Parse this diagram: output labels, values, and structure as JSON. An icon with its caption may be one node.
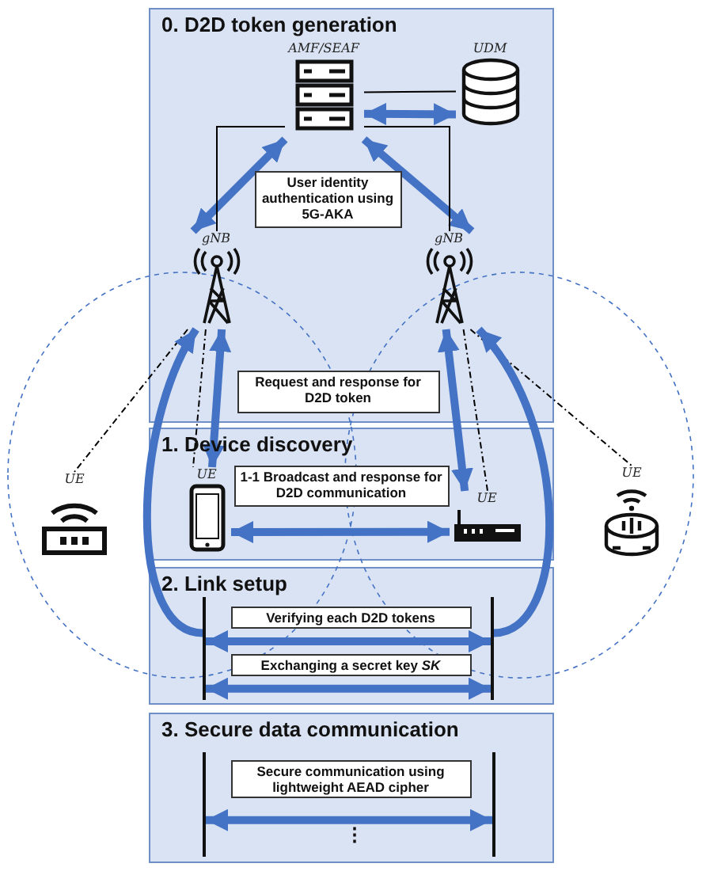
{
  "diagram": {
    "nodes": [
      {
        "text": [
          "0. D2D token generation"
        ]
      },
      {
        "text": [
          "AMF/SEAF"
        ],
        "in": 0
      },
      {
        "text": [
          "UDM"
        ],
        "in": 0
      },
      {
        "text": [
          "User identity authentication using 5G-AKA"
        ],
        "in": 0
      },
      {
        "text": [
          "gNB"
        ],
        "in": 0
      },
      {
        "text": [
          "gNB"
        ],
        "in": 0
      },
      {
        "text": [
          "Request and response for D2D token"
        ],
        "in": 0
      },
      {
        "text": [
          "1. Device discovery"
        ]
      },
      {
        "text": [
          "UE"
        ],
        "in": 7
      },
      {
        "text": [
          "UE"
        ],
        "in": 7
      },
      {
        "text": [
          "1-1 Broadcast and response for D2D communication"
        ],
        "in": 7
      },
      {
        "text": [
          "UE"
        ]
      },
      {
        "text": [
          "UE"
        ]
      },
      {
        "text": [
          "2. Link setup"
        ]
      },
      {
        "text": [],
        "shape": "line",
        "in": 13
      },
      {
        "text": [],
        "shape": "line",
        "in": 13
      },
      {
        "text": [
          "Verifying each D2D tokens"
        ],
        "in": 13
      },
      {
        "text": [
          "Exchanging a secret key *SK*"
        ],
        "in": 13
      },
      {
        "text": [
          "3. Secure data communication"
        ]
      },
      {
        "text": [],
        "shape": "line",
        "in": 18
      },
      {
        "text": [],
        "shape": "line",
        "in": 18
      },
      {
        "text": [
          "Secure communication using lightweight AEAD cipher"
        ],
        "in": 18
      }
    ],
    "edges": [
      {
        "from": 1,
        "to": 2,
        "arrow": "both"
      },
      {
        "from": 1,
        "to": 2,
        "arrow": "none",
        "color": "#000000"
      },
      {
        "from": 1,
        "to": 4,
        "arrow": "both"
      },
      {
        "from": 1,
        "to": 5,
        "arrow": "both"
      },
      {
        "from": 1,
        "to": 4,
        "arrow": "none",
        "color": "#000000"
      },
      {
        "from": 1,
        "to": 5,
        "arrow": "none",
        "color": "#000000"
      },
      {
        "from": 4,
        "to": 8,
        "arrow": "both"
      },
      {
        "from": 5,
        "to": 9,
        "arrow": "both"
      },
      {
        "from": 4,
        "to": 8,
        "arrow": "none",
        "style": "dashed",
        "color": "#000000"
      },
      {
        "from": 5,
        "to": 9,
        "arrow": "none",
        "style": "dashed",
        "color": "#000000"
      },
      {
        "from": 4,
        "to": 11,
        "arrow": "none",
        "style": "dashed",
        "color": "#000000"
      },
      {
        "from": 5,
        "to": 12,
        "arrow": "none",
        "style": "dashed",
        "color": "#000000"
      },
      {
        "from": 14,
        "to": 4,
        "arrow": "to"
      },
      {
        "from": 15,
        "to": 5,
        "arrow": "to"
      },
      {
        "from": 8,
        "to": 9,
        "arrow": "both"
      },
      {
        "from": 14,
        "to": 15,
        "arrow": "both"
      },
      {
        "from": 14,
        "to": 15,
        "arrow": "both"
      },
      {
        "from": 19,
        "to": 20,
        "arrow": "both"
      }
    ],
    "labels": [
      "⋮"
    ]
  }
}
